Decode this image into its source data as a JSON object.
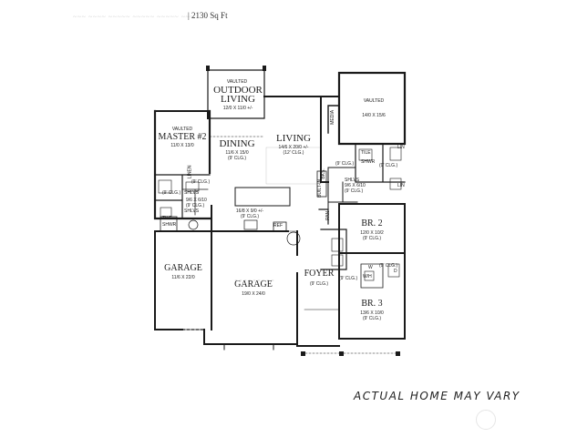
{
  "header": {
    "faint_text": "~~~ ~~~~ ~~~~~ ~~~~~ ~~~~~ ~~~",
    "sqft": "| 2130 Sq Ft"
  },
  "rooms": {
    "outdoor_living": {
      "tag": "VAULTED",
      "title_a": "OUTDOOR",
      "title_b": "LIVING",
      "dims": "12/0 X 11/0 +/-"
    },
    "master": {
      "tag": "VAULTED",
      "title": "MASTER #2",
      "dims": "11/0 X 13/0"
    },
    "dining": {
      "title": "DINING",
      "dims": "11/6 X 15/0",
      "clg": "(9' CLG.)"
    },
    "living": {
      "title": "LIVING",
      "dims": "14/6 X 20/0 +/-",
      "clg": "(12' CLG.)"
    },
    "vaulted_top_right": {
      "tag": "VAULTED",
      "dims": "14/0 X 15/6"
    },
    "media": {
      "label": "MEDIA"
    },
    "kitchen": {
      "dims": "16/8 X 9/0 +/-",
      "clg": "(9' CLG.)"
    },
    "br2": {
      "title": "BR. 2",
      "dims": "12/0 X 10/2",
      "clg": "(9' CLG.)"
    },
    "br3": {
      "title": "BR. 3",
      "dims": "13/6 X 10/0",
      "clg": "(9' CLG.)"
    },
    "foyer": {
      "title": "FOYER",
      "clg": "(9' CLG.)"
    },
    "garage_left": {
      "title": "GARAGE",
      "dims": "11/6 X 22/0"
    },
    "garage_main": {
      "title": "GARAGE",
      "dims": "19/0 X 24/0"
    }
  },
  "small_labels": {
    "tile_shwr_left_a": "TILE",
    "tile_shwr_left_b": "SHWR",
    "tile_shwr_right_a": "TILE",
    "tile_shwr_right_b": "SHWR",
    "linen": "LINEN",
    "shlvs_1": "SHLVS",
    "shlvs_2": "SHLVS",
    "shlvs_3": "SHLVS",
    "shlvs_dims": "9/6 X 6/10",
    "shlvs_clg": "(9' CLG.)",
    "lin_1": "LIN",
    "lin_2": "LIN",
    "pan": "PAN",
    "ref": "REF",
    "built_in": "BUILT-IN",
    "bks": "BKS.",
    "clg_9_a": "(9' CLG.)",
    "clg_9_b": "(9' CLG.)",
    "clg_9_c": "(9' CLG.)",
    "clg_9_d": "(9' CLG.)",
    "clg_9_e": "(9' CLG.)",
    "clg_9_f": "(9' CLG.)",
    "clg_9_g": "(9' CLG.)",
    "w": "W",
    "d": "D",
    "wh": "W/H",
    "shlvs_small_dims": "9/6 X 6/10"
  },
  "note": "ACTUAL HOME MAY VARY"
}
